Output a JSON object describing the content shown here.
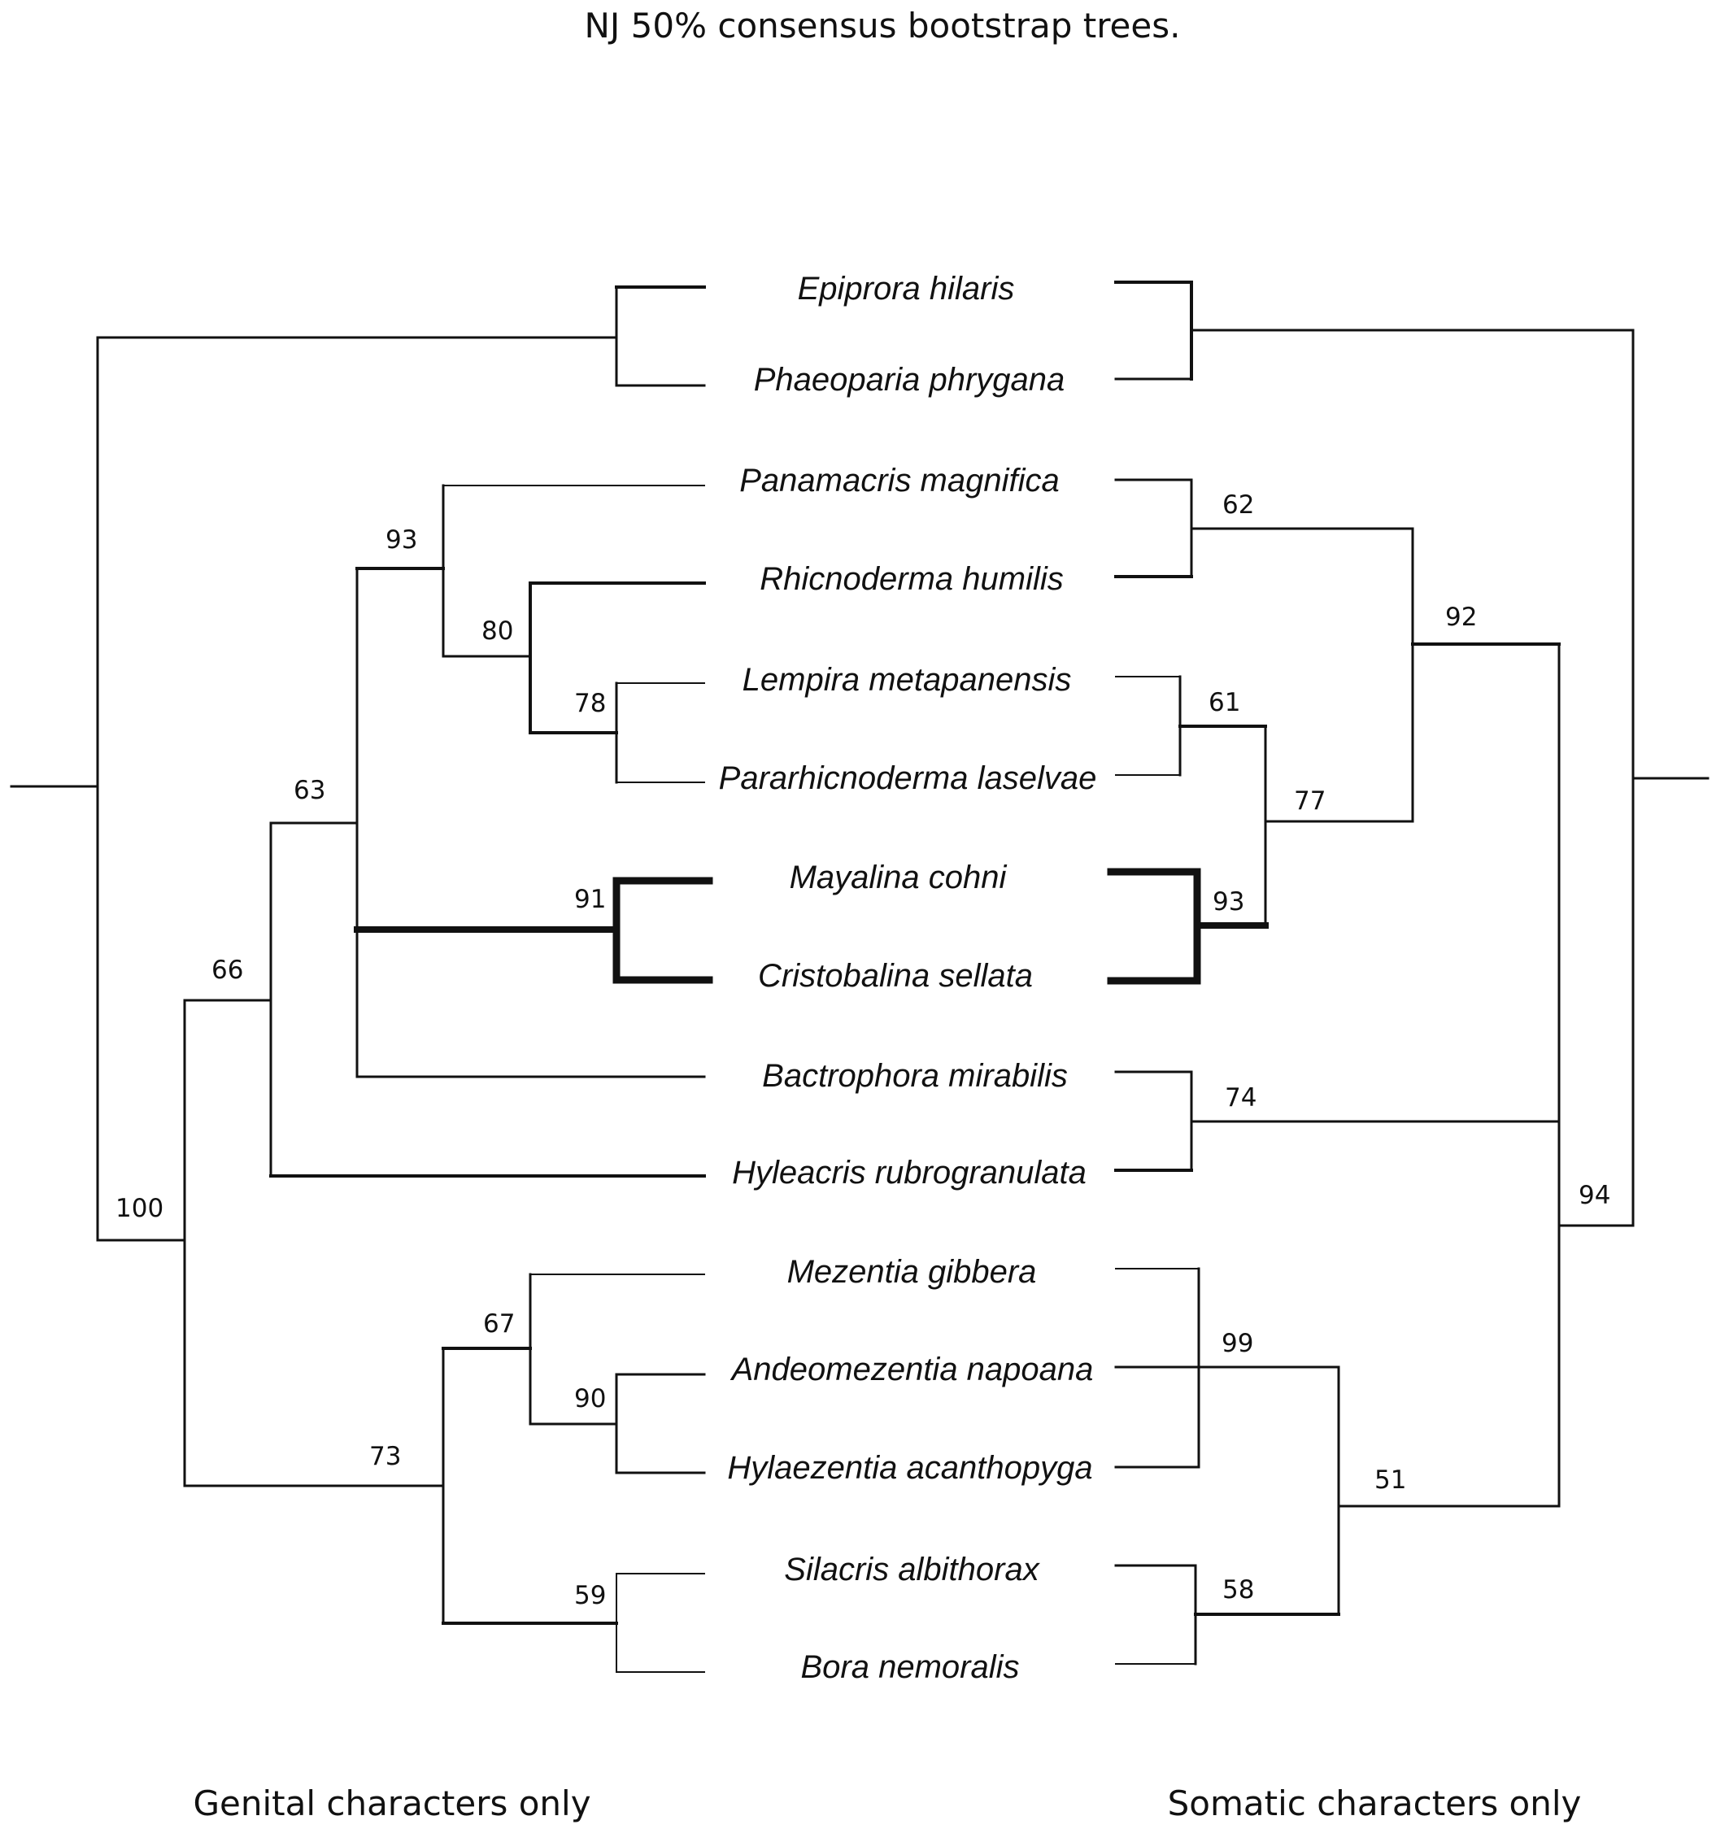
{
  "title": "NJ 50% consensus bootstrap trees.",
  "footer": {
    "left": "Genital characters only",
    "right": "Somatic characters only"
  },
  "taxa": [
    "Epiprora  hilaris",
    "Phaeoparia phrygana",
    "Panamacris magnifica",
    "Rhicnoderma humilis",
    "Lempira metapanensis",
    "Pararhicnoderma laselvae",
    "Mayalina cohni",
    "Cristobalina sellata",
    "Bactrophora mirabilis",
    "Hyleacris rubrogranulata",
    "Mezentia gibbera",
    "Andeomezentia napoana",
    "Hylaezentia acanthopyga",
    "Silacris albithorax",
    "Bora nemoralis"
  ],
  "genital_tree": {
    "support_values": [
      "93",
      "80",
      "78",
      "63",
      "91",
      "66",
      "100",
      "67",
      "90",
      "73",
      "59"
    ]
  },
  "somatic_tree": {
    "support_values": [
      "62",
      "92",
      "61",
      "77",
      "93",
      "74",
      "94",
      "99",
      "51",
      "58"
    ]
  }
}
